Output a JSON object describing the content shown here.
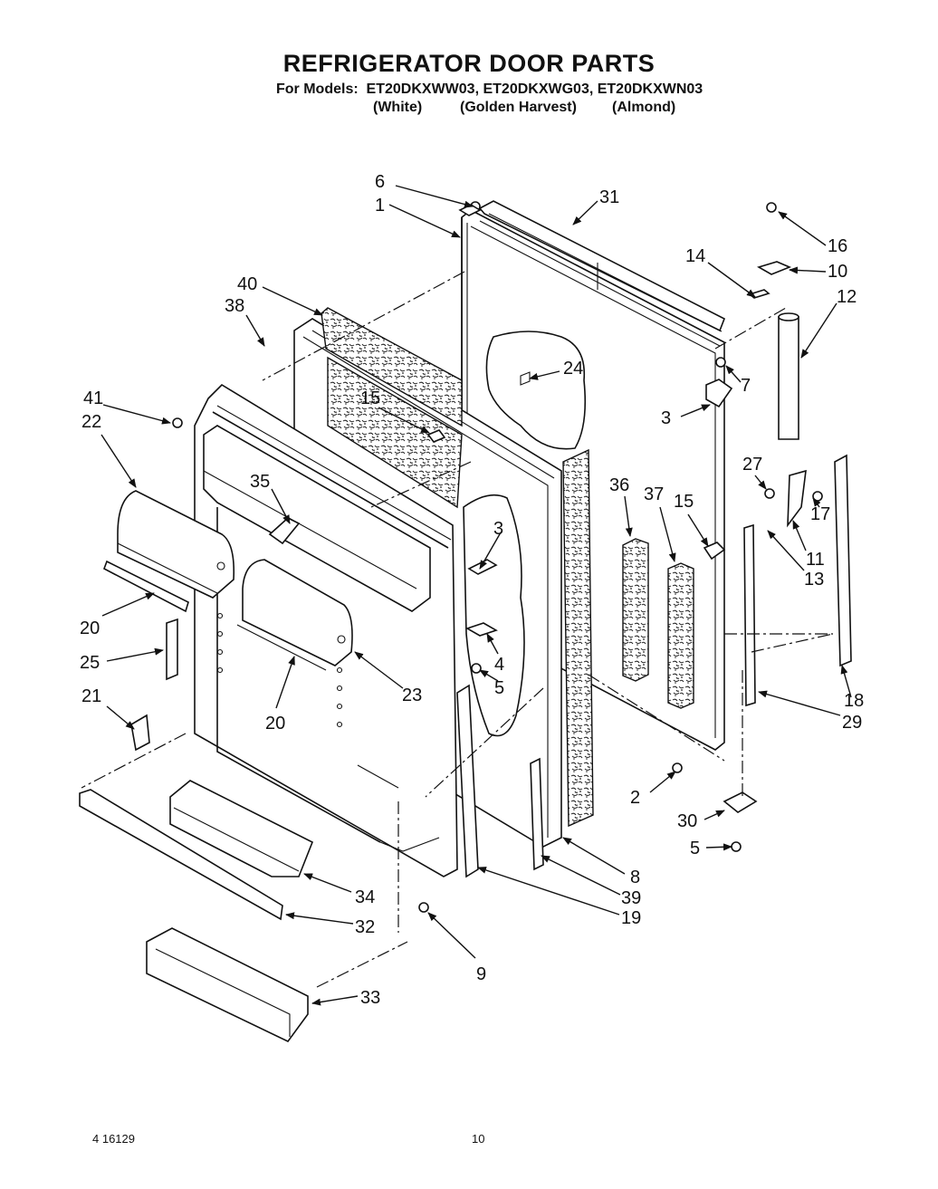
{
  "header": {
    "title": "REFRIGERATOR DOOR PARTS",
    "models_line": "For Models:  ET20DKXWW03, ET20DKXWG03, ET20DKXWN03",
    "colors": [
      "(White)",
      "(Golden Harvest)",
      "(Almond)"
    ]
  },
  "callouts": [
    "6",
    "1",
    "31",
    "16",
    "14",
    "10",
    "12",
    "40",
    "38",
    "24",
    "7",
    "41",
    "22",
    "15",
    "3",
    "35",
    "27",
    "36",
    "37",
    "15",
    "17",
    "11",
    "13",
    "3",
    "20",
    "25",
    "4",
    "5",
    "23",
    "21",
    "20",
    "18",
    "29",
    "2",
    "30",
    "5",
    "34",
    "8",
    "39",
    "19",
    "32",
    "9",
    "33"
  ],
  "footer": {
    "doc_number": "4 16129",
    "page_number": "10"
  }
}
